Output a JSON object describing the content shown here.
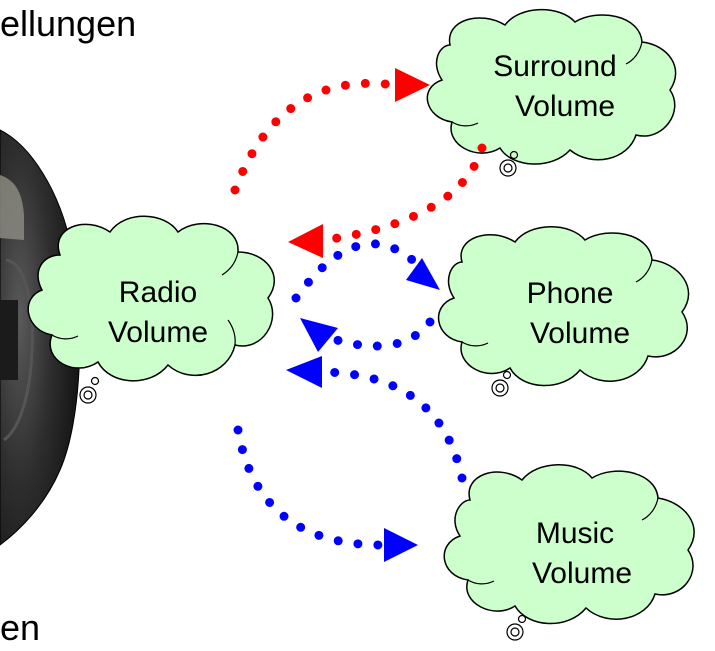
{
  "headings": {
    "top_fragment": "ellungen",
    "bottom_fragment": "en"
  },
  "clouds": {
    "radio": {
      "line1": "Radio",
      "line2": "Volume"
    },
    "surround": {
      "line1": "Surround",
      "line2": "Volume"
    },
    "phone": {
      "line1": "Phone",
      "line2": "Volume"
    },
    "music": {
      "line1": "Music",
      "line2": "Volume"
    }
  },
  "colors": {
    "cloud_fill": "#ccffcc",
    "cloud_stroke": "#000000",
    "arrow_red": "#ff0000",
    "arrow_blue": "#0000ff",
    "device_dark": "#2a2a2a"
  },
  "icons": {
    "device": "device-knob-photo",
    "cloud_mark": "cloud-tail-circle"
  }
}
